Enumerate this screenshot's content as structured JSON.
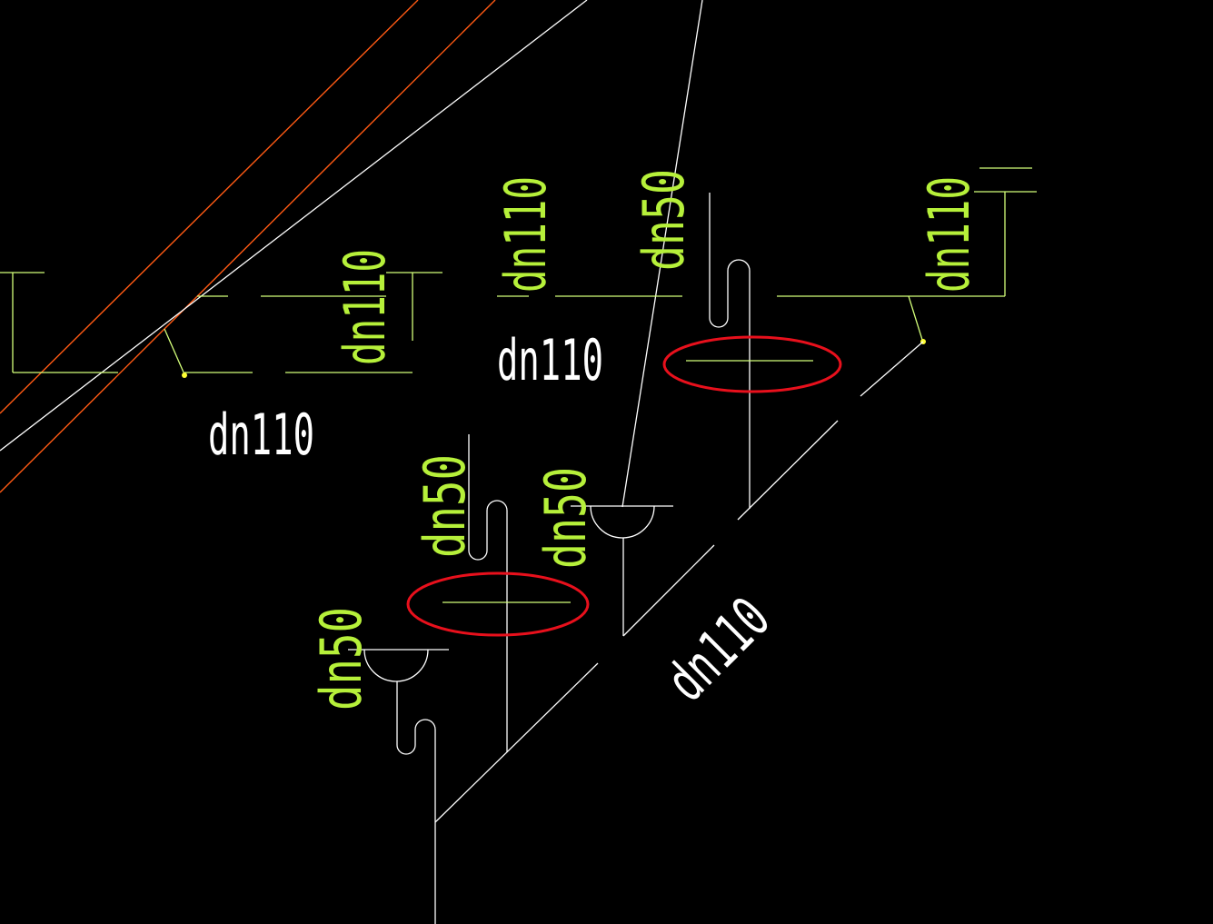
{
  "drawing": {
    "background": "#000000",
    "colors": {
      "pipe_white": "#ffffff",
      "pipe_yellow": "#d4ff7a",
      "label_green": "#b6f03a",
      "wall_orange": "#ff5a14",
      "highlight_red": "#e8101c"
    },
    "labels": {
      "branch_left_upper": "dn110",
      "branch_left_lower": "dn110",
      "riser_mid": "dn110",
      "riser_upper_center": "dn50",
      "riser_right": "dn110",
      "trap_left": "dn50",
      "trap_mid": "dn50",
      "trap_lower": "dn50",
      "main_diagonal": "dn110"
    },
    "highlights": [
      "cleanout-upper",
      "cleanout-lower"
    ]
  }
}
